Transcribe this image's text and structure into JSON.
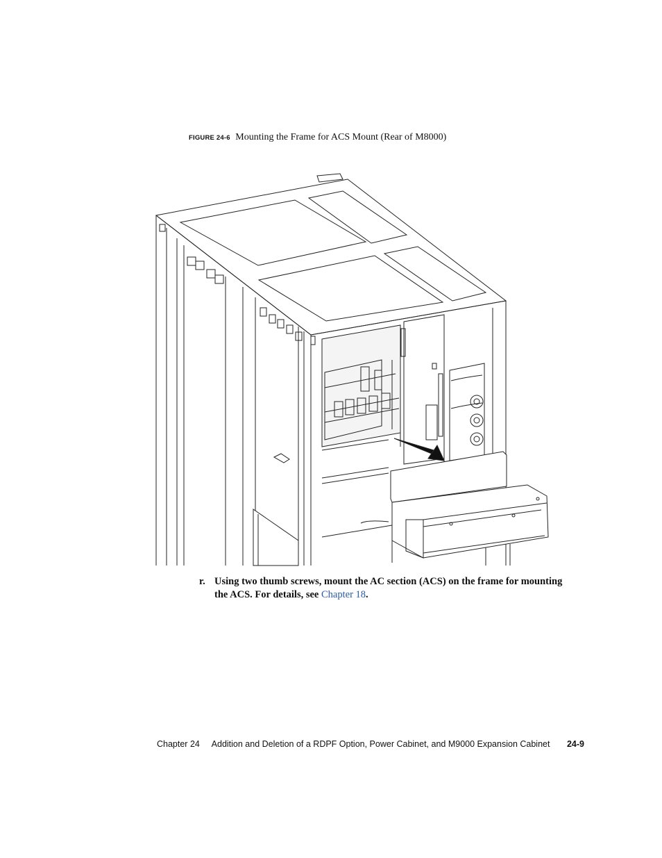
{
  "figure": {
    "label": "FIGURE 24-6",
    "title": "Mounting the Frame for ACS Mount (Rear of M8000)"
  },
  "step": {
    "marker": "r.",
    "text": "Using two thumb screws, mount the AC section (ACS) on the frame for mounting the ACS. For details, see ",
    "link": "Chapter 18",
    "end": "."
  },
  "footer": {
    "chapter": "Chapter 24",
    "title": "Addition and Deletion of a RDPF Option, Power Cabinet, and M9000 Expansion Cabinet",
    "page": "24-9"
  }
}
